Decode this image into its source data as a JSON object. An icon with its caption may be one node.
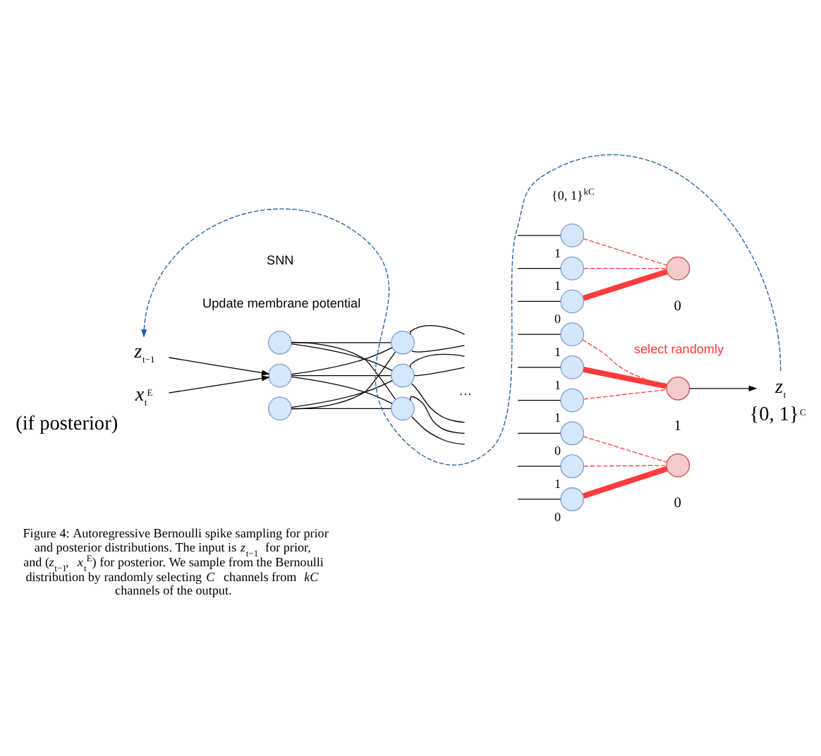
{
  "diagram": {
    "caption": "Figure 4: Autoregressive Bernoulli spike sampling for prior and posterior distributions. The input is *z*$_{t−1}$ for prior, and (*z*$_{t−1}$, *x*$_{t}$$^{E}$) for posterior. We sample from the Bernoulli distribution by randomly selecting *C* channels from *kC* channels of the output.",
    "nodes": [
      {
        "text": [
          "*z*$_{t−1}$"
        ]
      },
      {
        "text": [
          "*x*$_{t}$$^{E}$"
        ],
        "beside": [
          "(if posterior)"
        ]
      },
      {
        "text": [],
        "shape": "circle"
      },
      {
        "text": [],
        "shape": "circle"
      },
      {
        "text": [],
        "shape": "circle"
      },
      {
        "text": [],
        "shape": "circle"
      },
      {
        "text": [],
        "shape": "circle"
      },
      {
        "text": [],
        "shape": "circle"
      },
      {
        "text": [],
        "shape": "circle",
        "beside": [
          "1"
        ]
      },
      {
        "text": [],
        "shape": "circle",
        "beside": [
          "1"
        ]
      },
      {
        "text": [],
        "shape": "circle",
        "beside": [
          "0"
        ]
      },
      {
        "text": [],
        "shape": "circle",
        "beside": [
          "1"
        ]
      },
      {
        "text": [],
        "shape": "circle",
        "beside": [
          "1"
        ]
      },
      {
        "text": [],
        "shape": "circle",
        "beside": [
          "1"
        ]
      },
      {
        "text": [],
        "shape": "circle",
        "beside": [
          "0"
        ]
      },
      {
        "text": [],
        "shape": "circle",
        "beside": [
          "1"
        ]
      },
      {
        "text": [],
        "shape": "circle",
        "beside": [
          "0"
        ]
      },
      {
        "text": [],
        "shape": "circle",
        "beside": [
          "0"
        ]
      },
      {
        "text": [],
        "shape": "circle",
        "beside": [
          "1"
        ]
      },
      {
        "text": [],
        "shape": "circle",
        "beside": [
          "0"
        ]
      },
      {
        "text": [
          "*z*$_{t}$"
        ],
        "beside": [
          "{0, 1}$^{C}$"
        ]
      }
    ],
    "edges": [
      {
        "from": 0,
        "to": 3,
        "arrow": "to"
      },
      {
        "from": 1,
        "to": 3,
        "arrow": "to"
      },
      {
        "from": 2,
        "to": 5,
        "arrow": "none"
      },
      {
        "from": 2,
        "to": 6,
        "arrow": "none"
      },
      {
        "from": 2,
        "to": 7,
        "arrow": "none"
      },
      {
        "from": 3,
        "to": 5,
        "arrow": "none"
      },
      {
        "from": 3,
        "to": 6,
        "arrow": "none"
      },
      {
        "from": 3,
        "to": 7,
        "arrow": "none"
      },
      {
        "from": 4,
        "to": 5,
        "arrow": "none"
      },
      {
        "from": 4,
        "to": 6,
        "arrow": "none"
      },
      {
        "from": 4,
        "to": 7,
        "arrow": "none"
      },
      {
        "from": 5,
        "to": null,
        "arrow": "none"
      },
      {
        "from": 5,
        "to": null,
        "arrow": "none"
      },
      {
        "from": 6,
        "to": null,
        "arrow": "none"
      },
      {
        "from": 6,
        "to": null,
        "arrow": "none"
      },
      {
        "from": 6,
        "to": null,
        "arrow": "none"
      },
      {
        "from": 7,
        "to": null,
        "arrow": "none"
      },
      {
        "from": 7,
        "to": null,
        "arrow": "none"
      },
      {
        "from": null,
        "to": 8,
        "arrow": "none"
      },
      {
        "from": null,
        "to": 9,
        "arrow": "none"
      },
      {
        "from": null,
        "to": 10,
        "arrow": "none"
      },
      {
        "from": null,
        "to": 11,
        "arrow": "none"
      },
      {
        "from": null,
        "to": 12,
        "arrow": "none"
      },
      {
        "from": null,
        "to": 13,
        "arrow": "none"
      },
      {
        "from": null,
        "to": 14,
        "arrow": "none"
      },
      {
        "from": null,
        "to": 15,
        "arrow": "none"
      },
      {
        "from": null,
        "to": 16,
        "arrow": "none"
      },
      {
        "from": 8,
        "to": 17,
        "arrow": "none",
        "style": "dashed",
        "color": "#ff3b3b"
      },
      {
        "from": 9,
        "to": 17,
        "arrow": "none",
        "style": "dashed",
        "color": "#ff3b3b"
      },
      {
        "from": 10,
        "to": 17,
        "arrow": "none",
        "style": "thick",
        "color": "#ff3b3b"
      },
      {
        "from": 11,
        "to": 18,
        "arrow": "none",
        "style": "dashed",
        "color": "#ff3b3b"
      },
      {
        "from": 12,
        "to": 18,
        "arrow": "none",
        "style": "thick",
        "color": "#ff3b3b"
      },
      {
        "from": 13,
        "to": 18,
        "arrow": "none",
        "style": "dashed",
        "color": "#ff3b3b"
      },
      {
        "from": 14,
        "to": 19,
        "arrow": "none",
        "style": "dashed",
        "color": "#ff3b3b"
      },
      {
        "from": 15,
        "to": 19,
        "arrow": "none",
        "style": "dashed",
        "color": "#ff3b3b"
      },
      {
        "from": 16,
        "to": 19,
        "arrow": "none",
        "style": "thick",
        "color": "#ff3b3b"
      },
      {
        "from": 18,
        "to": 20,
        "arrow": "to"
      },
      {
        "from": 20,
        "to": 0,
        "arrow": "to",
        "style": "dashed",
        "color": "#1f5aa6"
      }
    ],
    "labels": [
      "{0, 1}$^{kC}$",
      "SNN",
      "Update membrane potential",
      "···",
      "select randomly"
    ]
  }
}
